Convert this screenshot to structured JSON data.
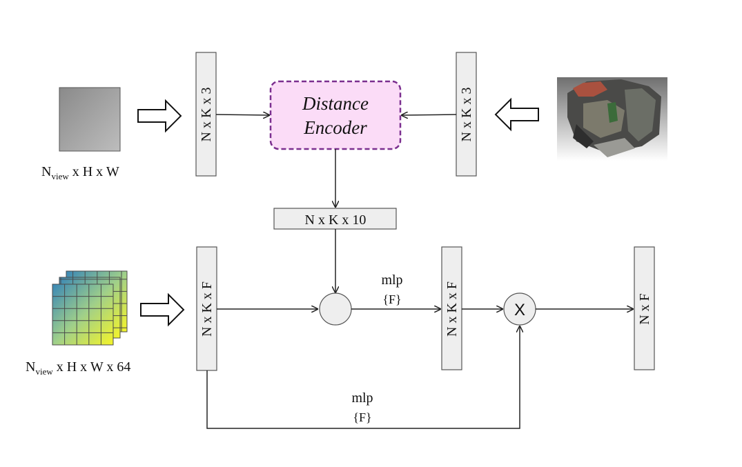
{
  "labels": {
    "top_left_dims": "N x K x 3",
    "top_right_dims": "N x K x 3",
    "encoder_line1": "Distance",
    "encoder_line2": "Encoder",
    "encoded_dims": "N x K x 10",
    "feature_dims": "N x K x F",
    "mlp_feature_dims": "N x K x F",
    "output_dims": "N x F",
    "depth_input_main": "N",
    "depth_input_sub": "view",
    "depth_input_rest": " x H x W",
    "feat_input_main": "N",
    "feat_input_sub": "view",
    "feat_input_rest": " x H x W x 64",
    "mlp_top_label": "mlp",
    "mlp_top_param": "{F}",
    "mlp_bottom_label": "mlp",
    "mlp_bottom_param": "{F}",
    "multiply_symbol": "X"
  },
  "colors": {
    "box_fill": "#eeeeee",
    "box_stroke": "#555555",
    "encoder_fill": "#fbdcf7",
    "encoder_stroke": "#7b2f8f",
    "arrow": "#222222"
  }
}
